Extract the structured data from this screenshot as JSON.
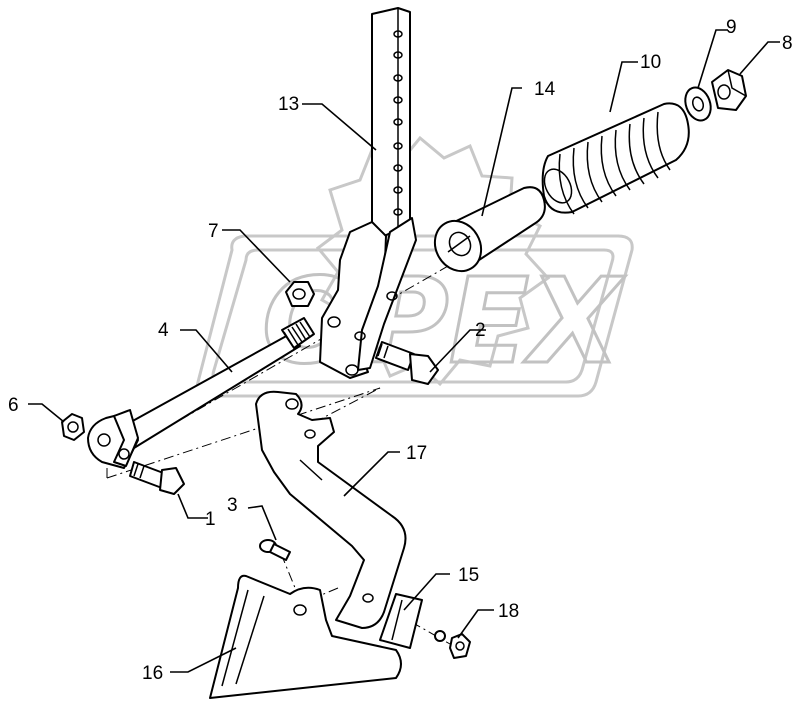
{
  "watermark": {
    "logo_text": "OPEX"
  },
  "callouts": [
    {
      "id": "c1",
      "label": "1"
    },
    {
      "id": "c2",
      "label": "2"
    },
    {
      "id": "c3",
      "label": "3"
    },
    {
      "id": "c4",
      "label": "4"
    },
    {
      "id": "c6",
      "label": "6"
    },
    {
      "id": "c7",
      "label": "7"
    },
    {
      "id": "c8",
      "label": "8"
    },
    {
      "id": "c9",
      "label": "9"
    },
    {
      "id": "c10",
      "label": "10"
    },
    {
      "id": "c13",
      "label": "13"
    },
    {
      "id": "c14",
      "label": "14"
    },
    {
      "id": "c15",
      "label": "15"
    },
    {
      "id": "c16",
      "label": "16"
    },
    {
      "id": "c17",
      "label": "17"
    },
    {
      "id": "c18",
      "label": "18"
    }
  ]
}
